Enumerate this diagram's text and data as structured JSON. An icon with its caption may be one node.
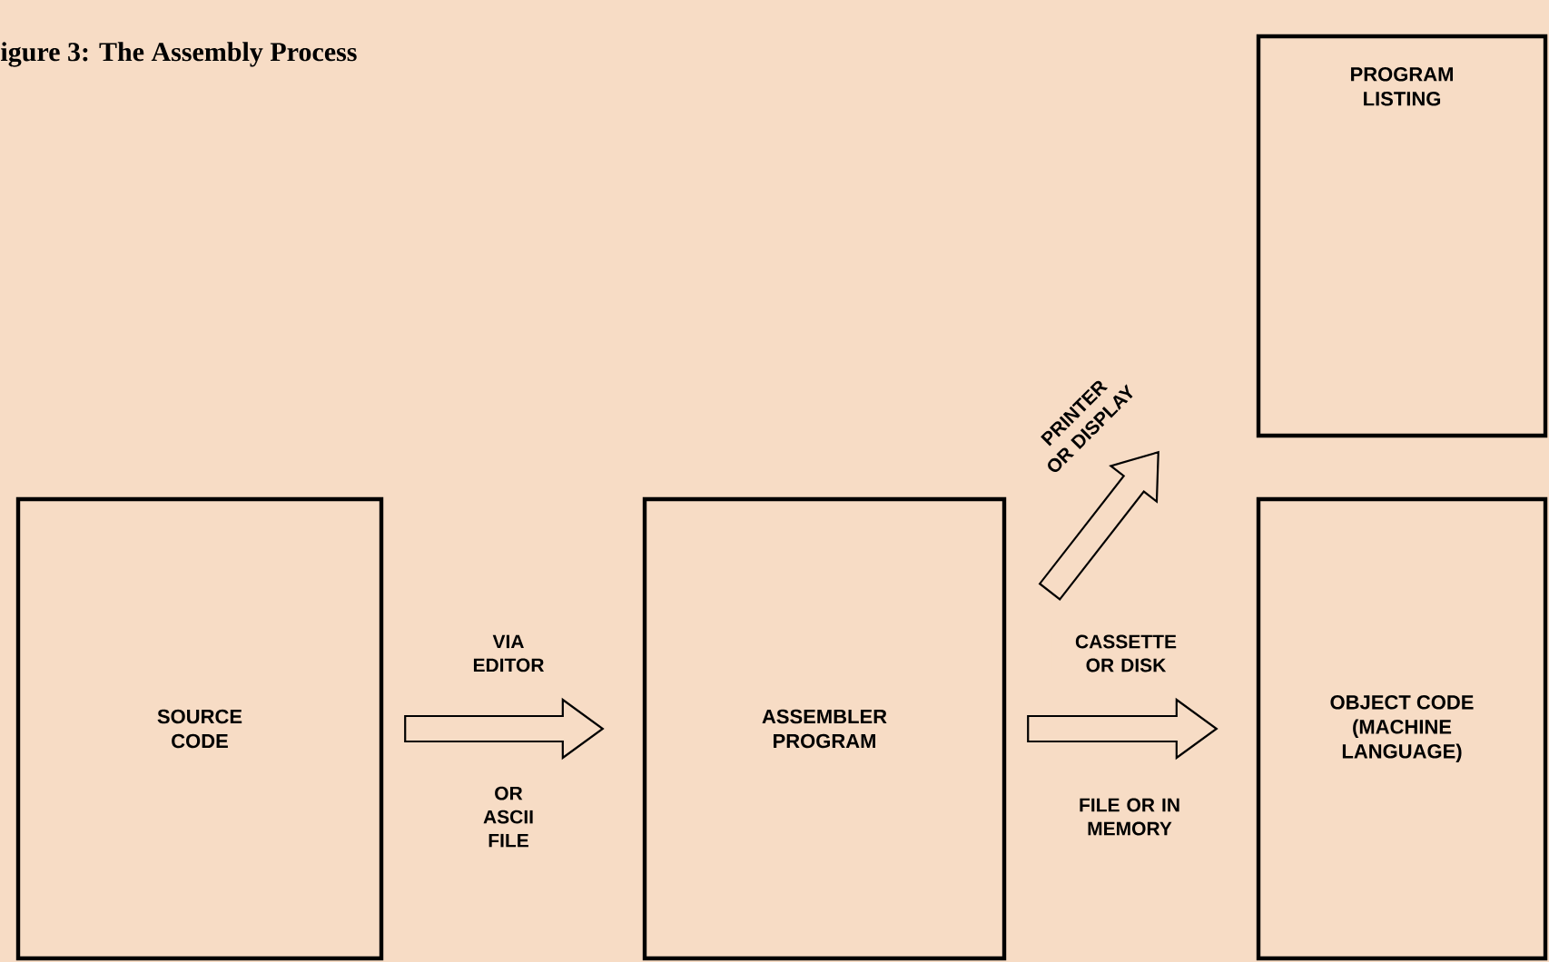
{
  "diagram": {
    "title": "igure 3: The Assembly Process",
    "nodes": [
      {
        "text": [
          "SOURCE CODE"
        ]
      },
      {
        "text": [
          "ASSEMBLER PROGRAM"
        ]
      },
      {
        "text": [
          "PROGRAM LISTING"
        ]
      },
      {
        "text": [
          "OBJECT CODE (MACHINE LANGUAGE)"
        ]
      }
    ],
    "edges": [
      {
        "from": 0,
        "to": 1,
        "arrow": "to",
        "label": "VIA EDITOR"
      },
      {
        "from": 1,
        "to": 3,
        "arrow": "to",
        "label": "CASSETTE OR DISK"
      },
      {
        "from": 1,
        "to": 2,
        "arrow": "to",
        "label": "PRINTER OR DISPLAY"
      }
    ],
    "labels": [
      "OR ASCII FILE",
      "FILE OR IN MEMORY"
    ]
  }
}
